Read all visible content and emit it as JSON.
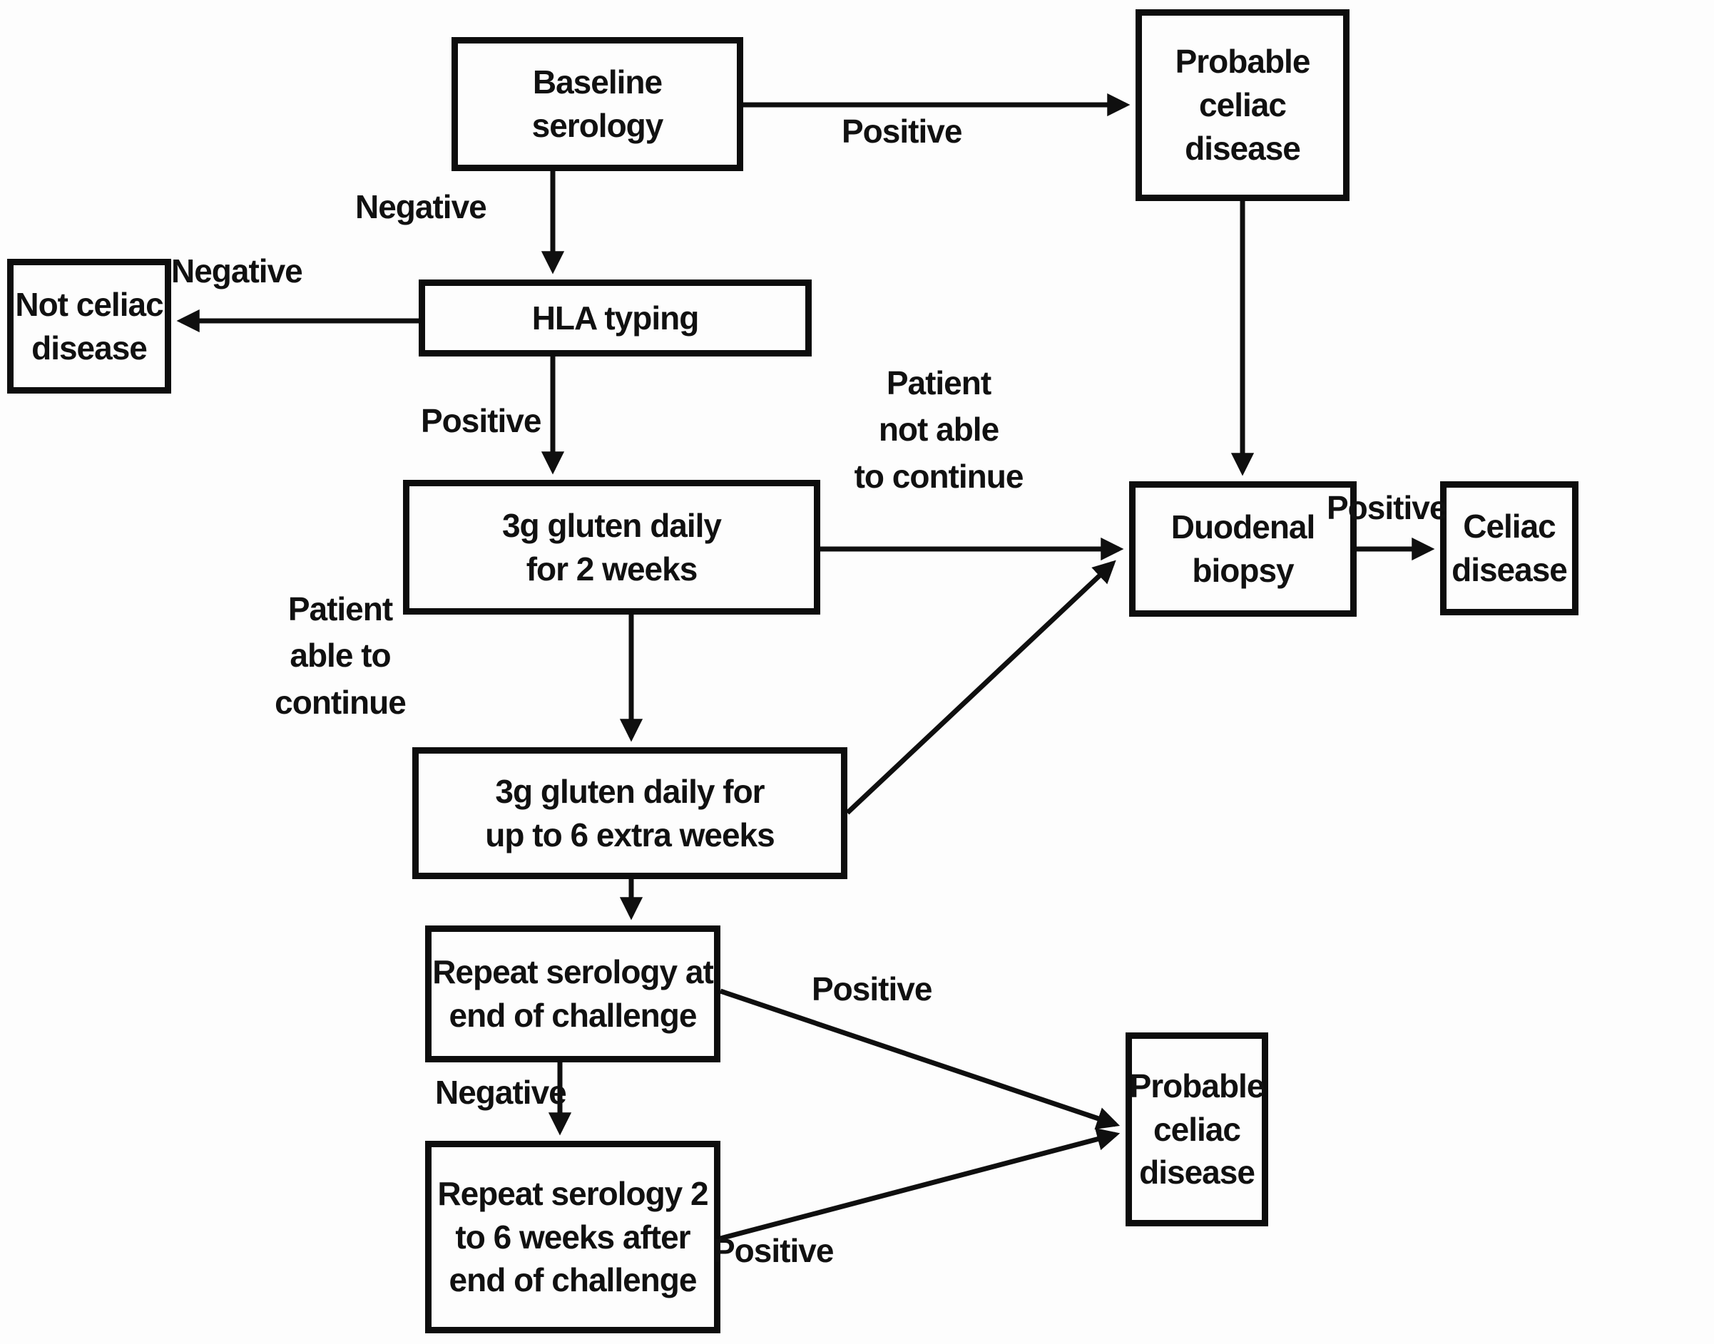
{
  "diagram": {
    "description": "Flowchart of gluten challenge protocol for diagnosing celiac disease",
    "nodes": {
      "baseline": {
        "label": "Baseline\nserology"
      },
      "probable_top": {
        "label": "Probable\nceliac\ndisease"
      },
      "not_celiac": {
        "label": "Not celiac\ndisease"
      },
      "hla": {
        "label": "HLA typing"
      },
      "gluten_2wk": {
        "label": "3g gluten daily\nfor 2 weeks"
      },
      "duodenal": {
        "label": "Duodenal\nbiopsy"
      },
      "celiac": {
        "label": "Celiac\ndisease"
      },
      "gluten_6wk": {
        "label": "3g gluten daily for\nup to 6 extra weeks"
      },
      "repeat_1": {
        "label": "Repeat serology at\nend of challenge"
      },
      "repeat_2": {
        "label": "Repeat serology 2\nto 6 weeks after\nend of challenge"
      },
      "probable_bottom": {
        "label": "Probable\nceliac\ndisease"
      }
    },
    "edges": [
      {
        "from": "baseline",
        "to": "probable_top",
        "label": "Positive"
      },
      {
        "from": "baseline",
        "to": "hla",
        "label": "Negative"
      },
      {
        "from": "hla",
        "to": "not_celiac",
        "label": "Negative"
      },
      {
        "from": "hla",
        "to": "gluten_2wk",
        "label": "Positive"
      },
      {
        "from": "gluten_2wk",
        "to": "duodenal",
        "label": "Patient\nnot able\nto continue"
      },
      {
        "from": "probable_top",
        "to": "duodenal",
        "label": ""
      },
      {
        "from": "duodenal",
        "to": "celiac",
        "label": "Positive"
      },
      {
        "from": "gluten_2wk",
        "to": "gluten_6wk",
        "label": "Patient\nable to\ncontinue"
      },
      {
        "from": "gluten_6wk",
        "to": "duodenal",
        "label": ""
      },
      {
        "from": "gluten_6wk",
        "to": "repeat_1",
        "label": ""
      },
      {
        "from": "repeat_1",
        "to": "probable_bottom",
        "label": "Positive"
      },
      {
        "from": "repeat_1",
        "to": "repeat_2",
        "label": "Negative"
      },
      {
        "from": "repeat_2",
        "to": "probable_bottom",
        "label": "Positive"
      }
    ],
    "colors": {
      "line": "#0f0f0f",
      "text": "#111111",
      "background": "#fdfdfd"
    }
  }
}
